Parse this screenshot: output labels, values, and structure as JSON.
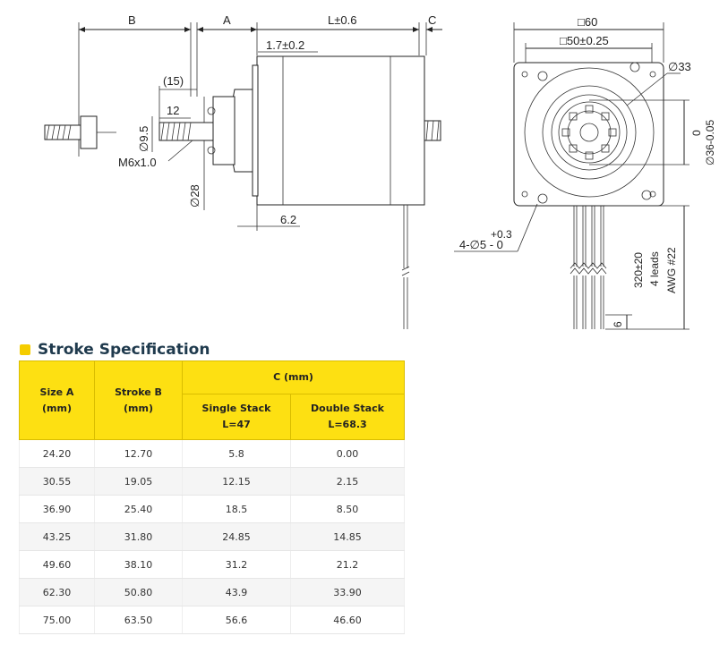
{
  "drawing": {
    "side_view": {
      "labels": {
        "B": "B",
        "A": "A",
        "L": "L±0.6",
        "C": "C",
        "offset": "1.7±0.2",
        "nut_length": "(15)",
        "thread_length": "12",
        "shaft_dia": "∅9.5",
        "thread": "M6x1.0",
        "boss_dia": "∅28",
        "flange": "6.2"
      }
    },
    "front_view": {
      "labels": {
        "square": "□60",
        "hole_spacing": "□50±0.25",
        "boss_outer": "∅33",
        "pilot_tol_upper": "0",
        "pilot": "∅36-0.05",
        "holes_tol": "+0.3",
        "holes": "4-∅5 - 0",
        "lead_length": "320±20",
        "lead_count": "4 leads",
        "awg": "AWG #22",
        "strip": "6"
      }
    }
  },
  "stroke_spec": {
    "title": "Stroke Specification",
    "columns": {
      "size_a": "Size A\n(mm)",
      "stroke_b": "Stroke B\n(mm)",
      "c_group": "C (mm)",
      "single": "Single Stack\nL=47",
      "double": "Double Stack\nL=68.3"
    },
    "rows": [
      [
        "24.20",
        "12.70",
        "5.8",
        "0.00"
      ],
      [
        "30.55",
        "19.05",
        "12.15",
        "2.15"
      ],
      [
        "36.90",
        "25.40",
        "18.5",
        "8.50"
      ],
      [
        "43.25",
        "31.80",
        "24.85",
        "14.85"
      ],
      [
        "49.60",
        "38.10",
        "31.2",
        "21.2"
      ],
      [
        "62.30",
        "50.80",
        "43.9",
        "33.90"
      ],
      [
        "75.00",
        "63.50",
        "56.6",
        "46.60"
      ]
    ]
  },
  "colors": {
    "accent_yellow": "#fde012",
    "heading_text": "#1f3a4d"
  }
}
